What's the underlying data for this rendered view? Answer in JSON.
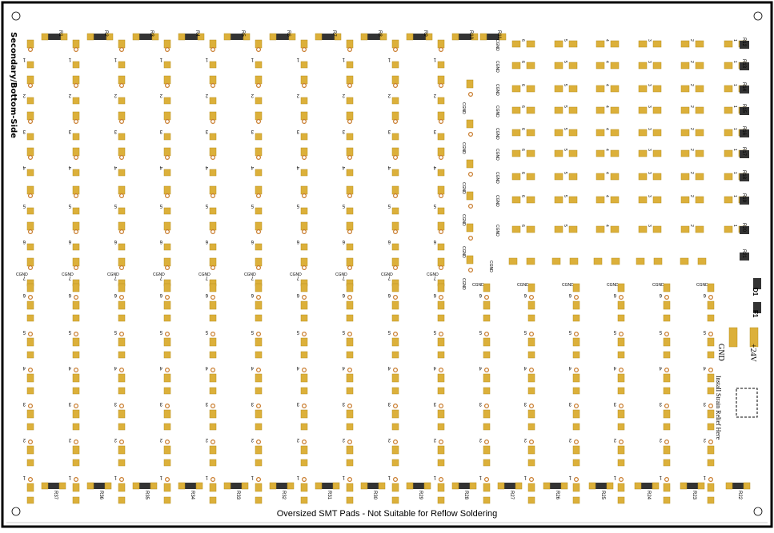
{
  "board": {
    "side_label": "Secondary/Bottom-Side",
    "footer_note": "Oversized SMT Pads - Not Suitable for Reflow Soldering",
    "power_labels": {
      "gnd": "GND",
      "v24": "+24V"
    },
    "strain_relief_label": "Install Strain Relief Here",
    "diode_label": "D1",
    "fuse_label": "F1",
    "ground_label": "CGND"
  },
  "top_resistors": [
    "R1",
    "R2",
    "R3",
    "R4",
    "R5",
    "R6",
    "R7",
    "R8",
    "R9",
    "R10",
    "R11"
  ],
  "right_resistors": [
    "R12",
    "R13",
    "R14",
    "R15",
    "R16",
    "R17",
    "R18",
    "R19",
    "R20",
    "R21"
  ],
  "bottom_resistors": [
    "R37",
    "R36",
    "R35",
    "R34",
    "R33",
    "R32",
    "R31",
    "R30",
    "R29",
    "R28",
    "R27",
    "R26",
    "R25",
    "R24",
    "R23",
    "R22"
  ],
  "pad_numbers": [
    "1",
    "2",
    "3",
    "4",
    "5",
    "6",
    "7",
    "8",
    "9"
  ],
  "colors": {
    "pad": "#dcb03a",
    "pad_edge": "#b8901f",
    "resistor": "#333333",
    "border": "#000000",
    "via": "#c87a2a"
  }
}
